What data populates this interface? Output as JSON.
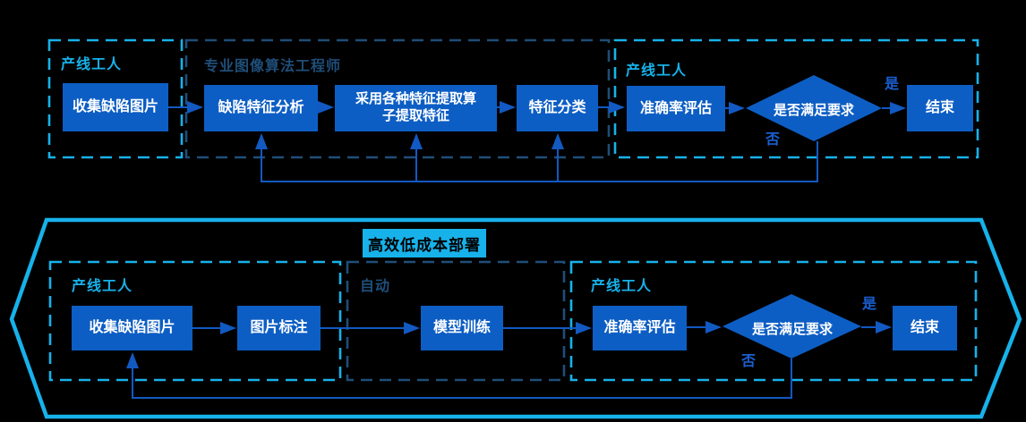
{
  "top_flow": {
    "lanes": [
      {
        "label": "产线工人"
      },
      {
        "label": "专业图像算法工程师"
      },
      {
        "label": "产线工人"
      }
    ],
    "nodes": [
      "收集缺陷图片",
      "缺陷特征分析",
      "采用各种特征提取算\n子提取特征",
      "特征分类",
      "准确率评估"
    ],
    "decision": "是否满足要求",
    "end_label": "结束",
    "yes_label": "是",
    "no_label": "否"
  },
  "bottom_flow": {
    "banner": "高效低成本部署",
    "lanes": [
      {
        "label": "产线工人"
      },
      {
        "label": "自动"
      },
      {
        "label": "产线工人"
      }
    ],
    "nodes": [
      "收集缺陷图片",
      "图片标注",
      "模型训练",
      "准确率评估"
    ],
    "decision": "是否满足要求",
    "end_label": "结束",
    "yes_label": "是",
    "no_label": "否"
  },
  "colors": {
    "background": "#000000",
    "process_box_blue": "#0D5EC4",
    "connector_blue": "#1259C2",
    "lane_cyan": "#17B2EA",
    "lane_navy": "#1F4E79",
    "node_text": "#FFFFFF",
    "banner_text": "#000000"
  }
}
